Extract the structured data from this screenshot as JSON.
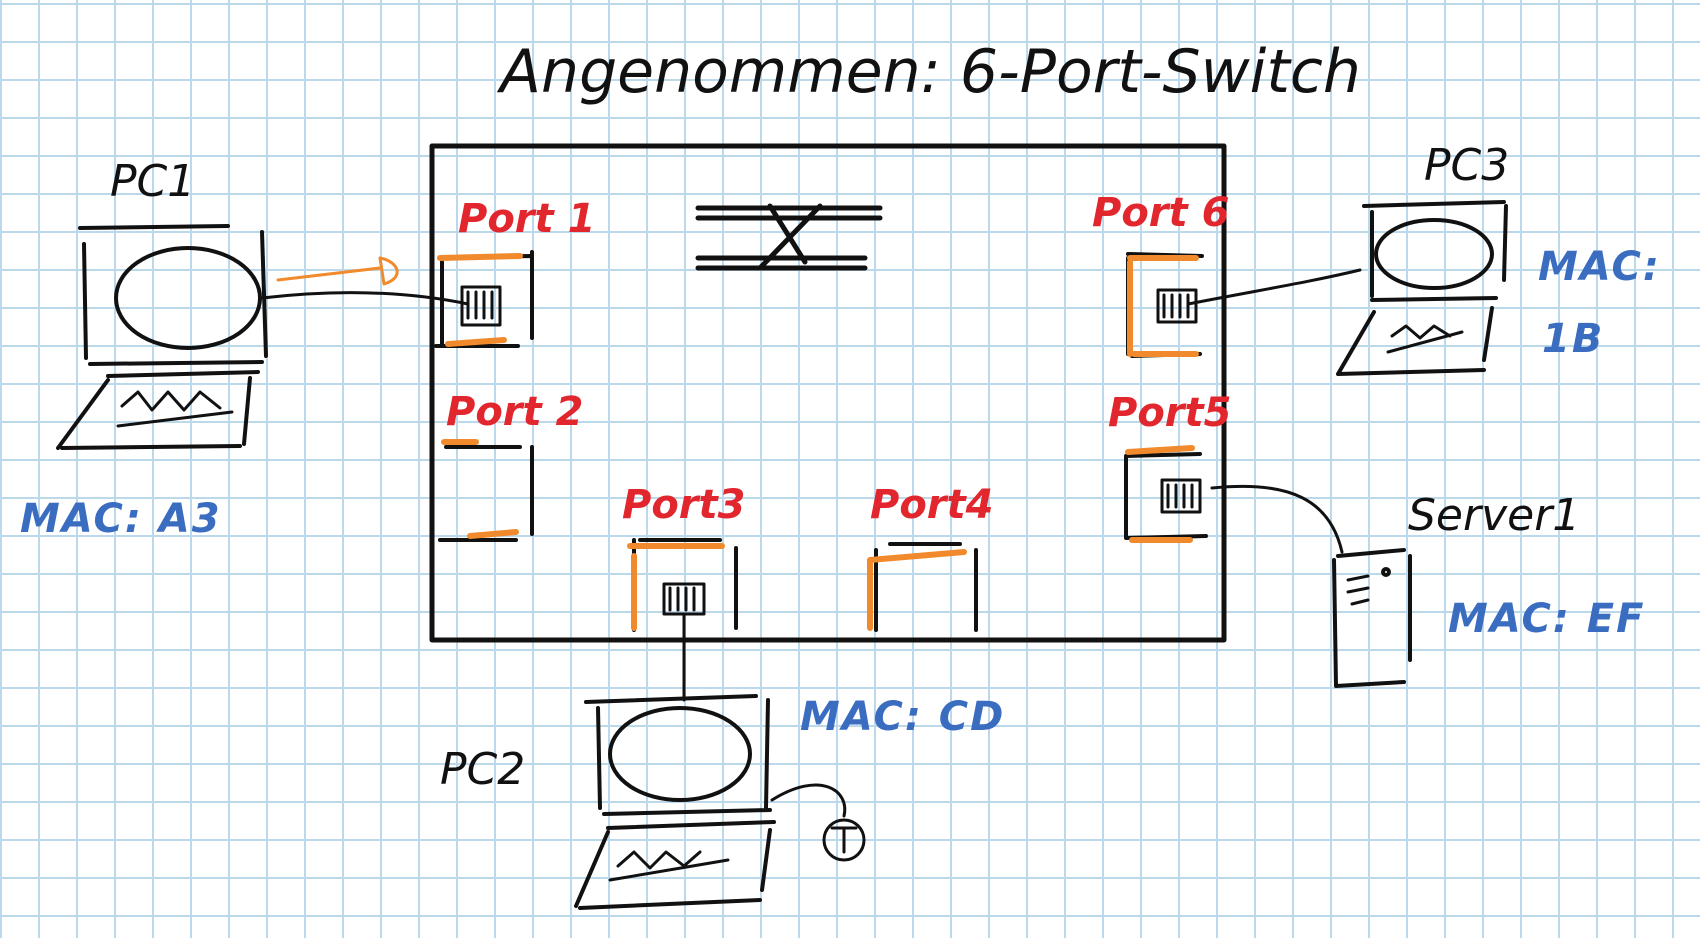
{
  "title": "Angenommen: 6-Port-Switch",
  "switch": {
    "ports": [
      {
        "id": "port1",
        "label": "Port 1",
        "connected": true
      },
      {
        "id": "port2",
        "label": "Port 2",
        "connected": false
      },
      {
        "id": "port3",
        "label": "Port3",
        "connected": true
      },
      {
        "id": "port4",
        "label": "Port4",
        "connected": false
      },
      {
        "id": "port5",
        "label": "Port5",
        "connected": true
      },
      {
        "id": "port6",
        "label": "Port 6",
        "connected": true
      }
    ]
  },
  "devices": {
    "pc1": {
      "label": "PC1",
      "mac": "MAC: A3"
    },
    "pc2": {
      "label": "PC2",
      "mac": "MAC: CD"
    },
    "pc3": {
      "label": "PC3",
      "mac_prefix": "MAC:",
      "mac_value": "1B"
    },
    "server1": {
      "label": "Server1",
      "mac": "MAC: EF"
    }
  },
  "colors": {
    "ink": "#111111",
    "port_label": "#e2262e",
    "port_frame": "#f08a2c",
    "mac_label": "#3a6cc0",
    "grid": "#bcd9ec"
  }
}
